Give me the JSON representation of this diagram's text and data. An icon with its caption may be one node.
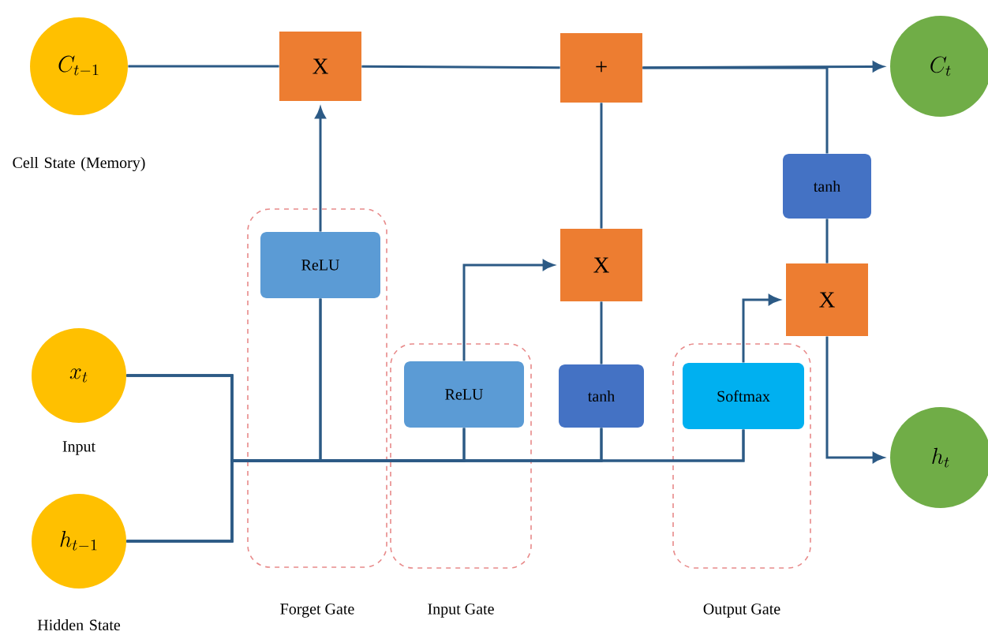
{
  "diagram": {
    "nodes": [
      {
        "text": [
          "C_{t-1}"
        ],
        "beside": [
          "Cell State (Memory)"
        ]
      },
      {
        "text": [
          "x_t"
        ],
        "beside": [
          "Input"
        ]
      },
      {
        "text": [
          "h_{t-1}"
        ],
        "beside": [
          "Hidden State"
        ]
      },
      {
        "text": [
          "Forget Gate"
        ]
      },
      {
        "text": [
          "ReLU"
        ],
        "in": 3
      },
      {
        "text": [
          "Input Gate"
        ]
      },
      {
        "text": [
          "ReLU"
        ],
        "in": 5
      },
      {
        "text": [
          "tanh"
        ]
      },
      {
        "text": [
          "Output Gate"
        ]
      },
      {
        "text": [
          "Softmax"
        ],
        "in": 8
      },
      {
        "text": [
          "X"
        ]
      },
      {
        "text": [
          "+"
        ]
      },
      {
        "text": [
          "X"
        ]
      },
      {
        "text": [
          "tanh"
        ]
      },
      {
        "text": [
          "X"
        ]
      },
      {
        "text": [
          "C_t"
        ]
      },
      {
        "text": [
          "h_t"
        ]
      }
    ],
    "edges": [
      {
        "from": 0,
        "to": 10,
        "arrow": "none"
      },
      {
        "from": 10,
        "to": 11,
        "arrow": "none"
      },
      {
        "from": 11,
        "to": 15,
        "arrow": "to"
      },
      {
        "from": 11,
        "to": 13,
        "arrow": "none"
      },
      {
        "from": 13,
        "to": 14,
        "arrow": "none"
      },
      {
        "from": 14,
        "to": 16,
        "arrow": "to"
      },
      {
        "from": 4,
        "to": 10,
        "arrow": "to"
      },
      {
        "from": 12,
        "to": 11,
        "arrow": "none"
      },
      {
        "from": 7,
        "to": 12,
        "arrow": "none"
      },
      {
        "from": 6,
        "to": 12,
        "arrow": "to"
      },
      {
        "from": 9,
        "to": 14,
        "arrow": "to"
      },
      {
        "from": 1,
        "to": 4,
        "arrow": "none"
      },
      {
        "from": 1,
        "to": 6,
        "arrow": "none"
      },
      {
        "from": 1,
        "to": 7,
        "arrow": "none"
      },
      {
        "from": 1,
        "to": 9,
        "arrow": "none"
      },
      {
        "from": 2,
        "to": 4,
        "arrow": "none"
      },
      {
        "from": 2,
        "to": 6,
        "arrow": "none"
      },
      {
        "from": 2,
        "to": 7,
        "arrow": "none"
      },
      {
        "from": 2,
        "to": 9,
        "arrow": "none"
      }
    ]
  }
}
